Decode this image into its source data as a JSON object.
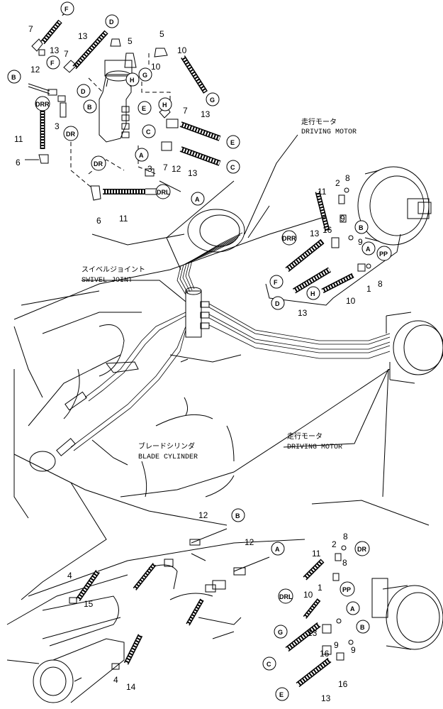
{
  "labels": {
    "driving_motor_jp_1": "走行モータ",
    "driving_motor_en_1": "DRIVING MOTOR",
    "swivel_jp": "スイベルジョイント",
    "swivel_en": "SWIVEL JOINT",
    "driving_motor_jp_2": "走行モータ",
    "driving_motor_en_2": "DRIVING MOTOR",
    "blade_jp": "ブレードシリンダ",
    "blade_en": "BLADE CYLINDER"
  },
  "callouts": {
    "F": "F",
    "D": "D",
    "B": "B",
    "H": "H",
    "G": "G",
    "E": "E",
    "C": "C",
    "A": "A",
    "DR": "DR",
    "DRR": "DRR",
    "DRL": "DRL",
    "PP": "PP"
  },
  "part_numbers": {
    "n1": "1",
    "n2": "2",
    "n3": "3",
    "n4": "4",
    "n5": "5",
    "n6": "6",
    "n7": "7",
    "n8": "8",
    "n9": "9",
    "n10": "10",
    "n11": "11",
    "n12": "12",
    "n13": "13",
    "n14": "14",
    "n15": "15",
    "n16": "16"
  }
}
